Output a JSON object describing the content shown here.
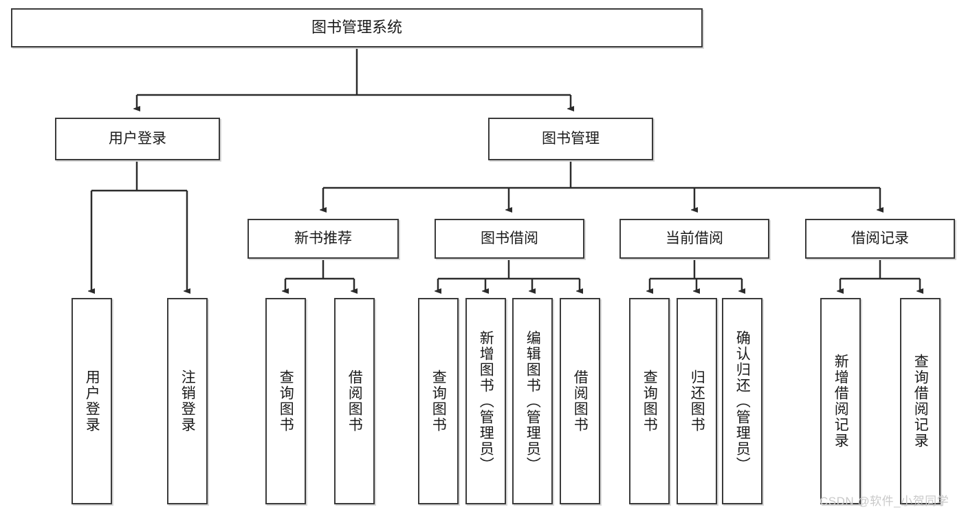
{
  "diagram": {
    "title": "图书管理系统",
    "type": "hierarchy-tree",
    "watermark": "CSDN @软件_小贺同学",
    "colors": {
      "box_border": "#3a3a3a",
      "box_fill": "#ffffff",
      "connector": "#2b2b2b",
      "text": "#1a1a1a",
      "watermark": "#c9c9c9"
    },
    "nodes": {
      "root": {
        "label": "图书管理系统"
      },
      "level1": [
        {
          "label": "用户登录"
        },
        {
          "label": "图书管理"
        }
      ],
      "level2": [
        {
          "label": "新书推荐"
        },
        {
          "label": "图书借阅"
        },
        {
          "label": "当前借阅"
        },
        {
          "label": "借阅记录"
        }
      ],
      "leaves": {
        "user_login": [
          {
            "label": "用户登录"
          },
          {
            "label": "注销登录"
          }
        ],
        "new_book_recommend": [
          {
            "label": "查询图书"
          },
          {
            "label": "借阅图书"
          }
        ],
        "book_borrow": [
          {
            "label": "查询图书"
          },
          {
            "label": "新增图书（管理员）"
          },
          {
            "label": "编辑图书（管理员）"
          },
          {
            "label": "借阅图书"
          }
        ],
        "current_borrow": [
          {
            "label": "查询图书"
          },
          {
            "label": "归还图书"
          },
          {
            "label": "确认归还（管理员）"
          }
        ],
        "borrow_record": [
          {
            "label": "新增借阅记录"
          },
          {
            "label": "查询借阅记录"
          }
        ]
      }
    }
  }
}
